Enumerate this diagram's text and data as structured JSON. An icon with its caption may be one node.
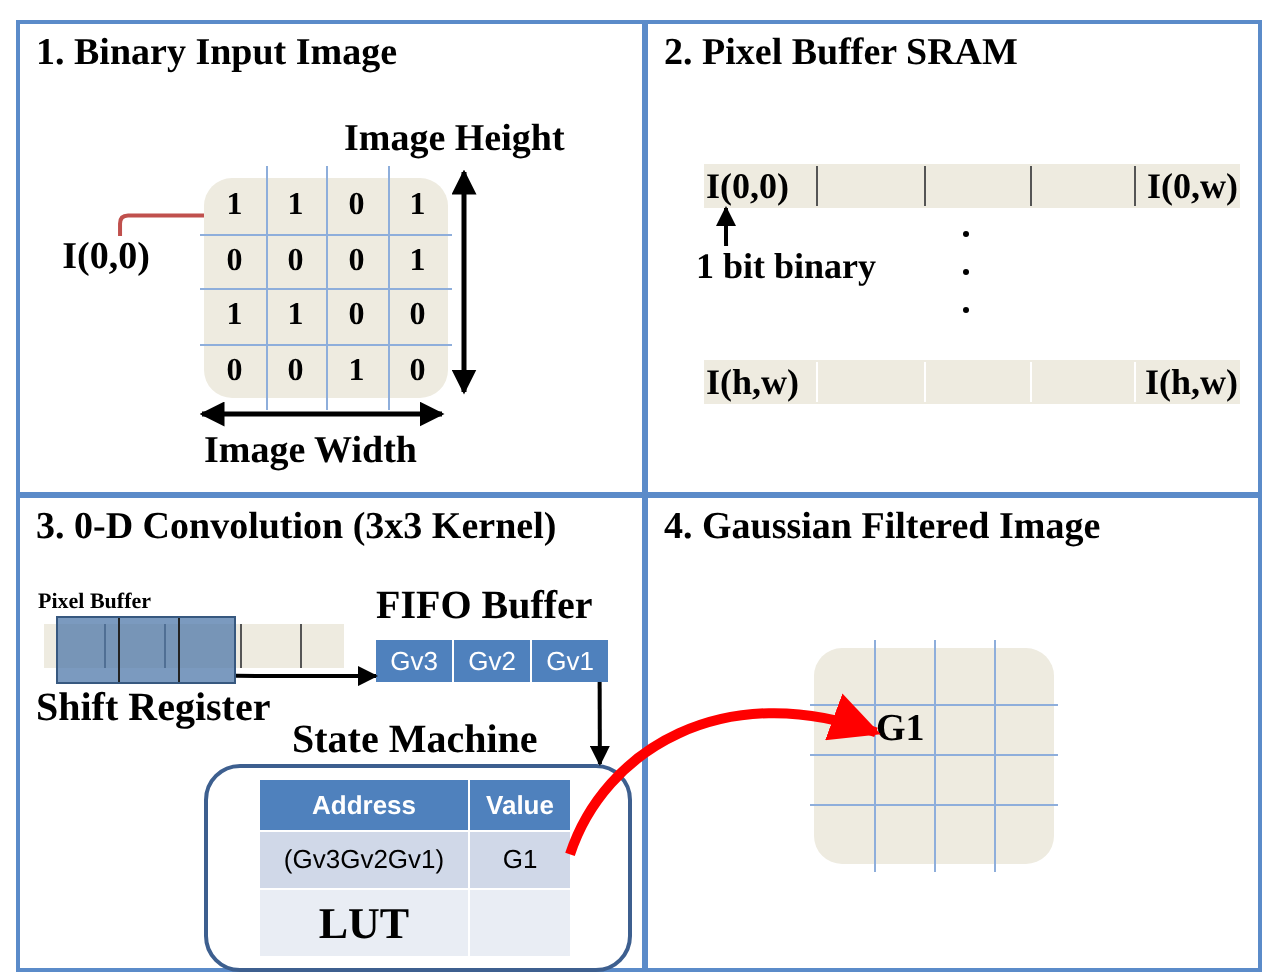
{
  "diagram": {
    "nodes": [
      {
        "text": [
          "1. Binary Input Image"
        ]
      },
      {
        "text": [
          "2. Pixel Buffer SRAM"
        ]
      },
      {
        "text": [
          "3. 0-D Convolution (3x3 Kernel)"
        ]
      },
      {
        "text": [
          "4. Gaussian Filtered Image"
        ]
      },
      {
        "text": [
          "I(0,0)"
        ],
        "in": 0
      },
      {
        "text": [
          "1",
          "1",
          "0",
          "1",
          "0",
          "0",
          "0",
          "1",
          "1",
          "1",
          "0",
          "0",
          "0",
          "0",
          "1",
          "0"
        ],
        "in": 0
      },
      {
        "text": [
          "I(0,0)",
          "I(0,w)"
        ],
        "in": 1
      },
      {
        "text": [
          "1 bit binary"
        ],
        "in": 1
      },
      {
        "text": [
          "I(h,w)",
          "I(h,w)"
        ],
        "in": 1
      },
      {
        "text": [
          "Pixel Buffer"
        ],
        "in": 2
      },
      {
        "text": [
          "Shift Register"
        ],
        "in": 2
      },
      {
        "text": [
          "FIFO Buffer"
        ],
        "in": 2
      },
      {
        "text": [
          "Gv3"
        ],
        "in": 11
      },
      {
        "text": [
          "Gv2"
        ],
        "in": 11
      },
      {
        "text": [
          "Gv1"
        ],
        "in": 11
      },
      {
        "text": [
          "State Machine"
        ],
        "in": 2
      },
      {
        "text": [
          "Address",
          "Value",
          "(Gv3Gv2Gv1)",
          "LUT"
        ],
        "in": 15
      },
      {
        "text": [
          "G1"
        ],
        "in": 16
      },
      {
        "text": [],
        "shape": "box",
        "in": 3
      },
      {
        "text": [
          "G1"
        ],
        "in": 18
      }
    ],
    "edges": [
      {
        "from": 4,
        "to": 5,
        "arrow": "none",
        "color": "#c0504d"
      },
      {
        "from": 7,
        "to": 6,
        "arrow": "to"
      },
      {
        "from": 10,
        "to": 12,
        "arrow": "to"
      },
      {
        "from": 14,
        "to": 15,
        "arrow": "to"
      },
      {
        "from": 17,
        "to": 19,
        "arrow": "to",
        "style": "thick",
        "color": "#ff0000"
      }
    ],
    "labels": [
      "Image Height",
      "Image Width"
    ]
  }
}
